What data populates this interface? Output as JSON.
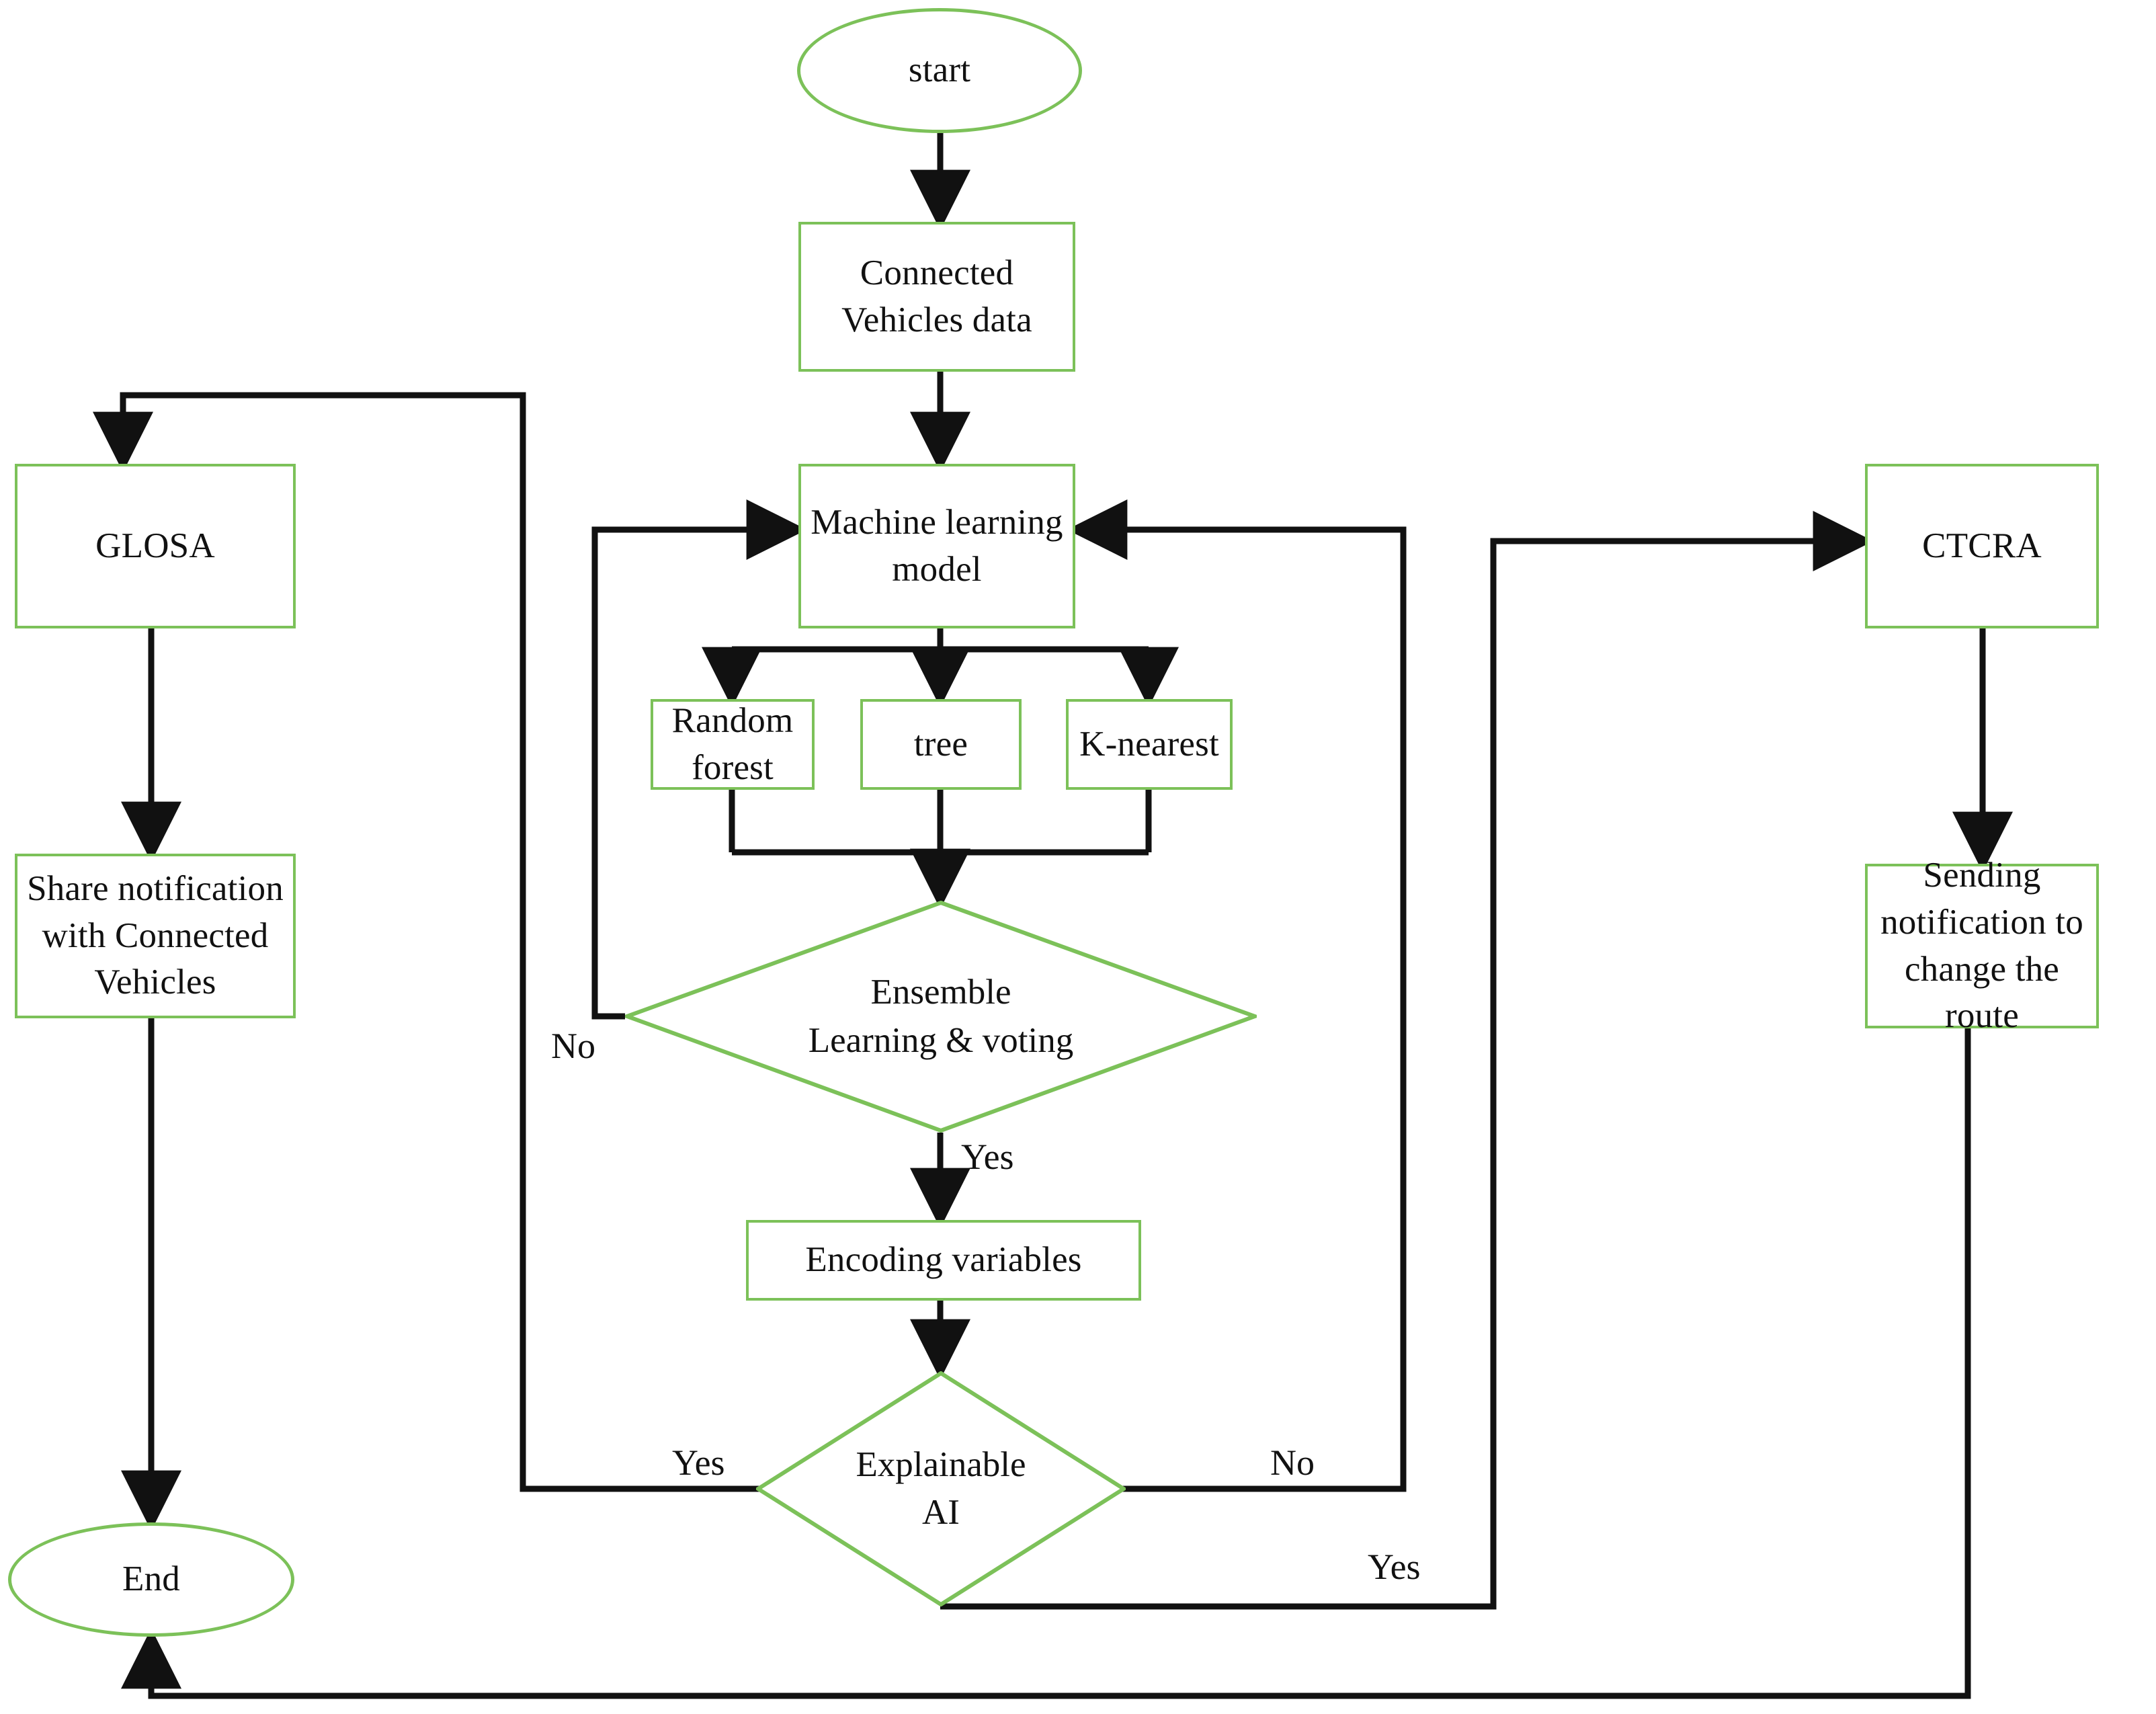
{
  "diagram": {
    "title": "Connected Vehicles machine learning decision flowchart",
    "colors": {
      "node_border": "#7cc159",
      "node_fill": "#ffffff",
      "connector": "#111111",
      "text": "#111111",
      "background": "#ffffff"
    },
    "nodes": {
      "start": {
        "label": "start",
        "shape": "ellipse"
      },
      "connected_vehicles_data": {
        "label": "Connected\nVehicles data",
        "shape": "rectangle"
      },
      "machine_learning_model": {
        "label": "Machine learning\nmodel",
        "shape": "rectangle"
      },
      "random_forest": {
        "label": "Random\nforest",
        "shape": "rectangle"
      },
      "tree": {
        "label": "tree",
        "shape": "rectangle"
      },
      "k_nearest": {
        "label": "K-nearest",
        "shape": "rectangle"
      },
      "ensemble_learning_voting": {
        "label": "Ensemble\nLearning & voting",
        "shape": "diamond"
      },
      "encoding_variables": {
        "label": "Encoding variables",
        "shape": "rectangle"
      },
      "explainable_ai": {
        "label": "Explainable\nAI",
        "shape": "diamond"
      },
      "glosa": {
        "label": "GLOSA",
        "shape": "rectangle"
      },
      "share_notification": {
        "label": "Share notification\nwith Connected\nVehicles",
        "shape": "rectangle"
      },
      "ctcra": {
        "label": "CTCRA",
        "shape": "rectangle"
      },
      "sending_notification": {
        "label": "Sending\nnotification to\nchange the route",
        "shape": "rectangle"
      },
      "end": {
        "label": "End",
        "shape": "ellipse"
      }
    },
    "edge_labels": {
      "ensemble_no": "No",
      "ensemble_yes": "Yes",
      "xai_yes_left": "Yes",
      "xai_no_right": "No",
      "xai_yes_bottom": "Yes"
    },
    "edges": [
      {
        "from": "start",
        "to": "connected_vehicles_data",
        "label": ""
      },
      {
        "from": "connected_vehicles_data",
        "to": "machine_learning_model",
        "label": ""
      },
      {
        "from": "machine_learning_model",
        "to": "random_forest",
        "label": ""
      },
      {
        "from": "machine_learning_model",
        "to": "tree",
        "label": ""
      },
      {
        "from": "machine_learning_model",
        "to": "k_nearest",
        "label": ""
      },
      {
        "from": "random_forest",
        "to": "ensemble_learning_voting",
        "label": ""
      },
      {
        "from": "tree",
        "to": "ensemble_learning_voting",
        "label": ""
      },
      {
        "from": "k_nearest",
        "to": "ensemble_learning_voting",
        "label": ""
      },
      {
        "from": "ensemble_learning_voting",
        "to": "machine_learning_model",
        "label": "No"
      },
      {
        "from": "ensemble_learning_voting",
        "to": "encoding_variables",
        "label": "Yes"
      },
      {
        "from": "encoding_variables",
        "to": "explainable_ai",
        "label": ""
      },
      {
        "from": "explainable_ai",
        "to": "glosa",
        "label": "Yes"
      },
      {
        "from": "explainable_ai",
        "to": "machine_learning_model",
        "label": "No"
      },
      {
        "from": "explainable_ai",
        "to": "ctcra",
        "label": "Yes"
      },
      {
        "from": "glosa",
        "to": "share_notification",
        "label": ""
      },
      {
        "from": "share_notification",
        "to": "end",
        "label": ""
      },
      {
        "from": "ctcra",
        "to": "sending_notification",
        "label": ""
      },
      {
        "from": "sending_notification",
        "to": "end",
        "label": ""
      }
    ]
  }
}
